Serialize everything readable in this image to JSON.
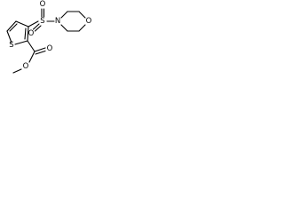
{
  "molecule": {
    "atoms": {
      "sulfonyl_o_top": "O",
      "sulfonyl_o_left": "O",
      "sulfonyl_s": "S",
      "morpholine_n": "N",
      "morpholine_o": "O",
      "thiophene_s": "S",
      "ester_o_carbonyl": "O",
      "ester_o_ether": "O"
    }
  }
}
